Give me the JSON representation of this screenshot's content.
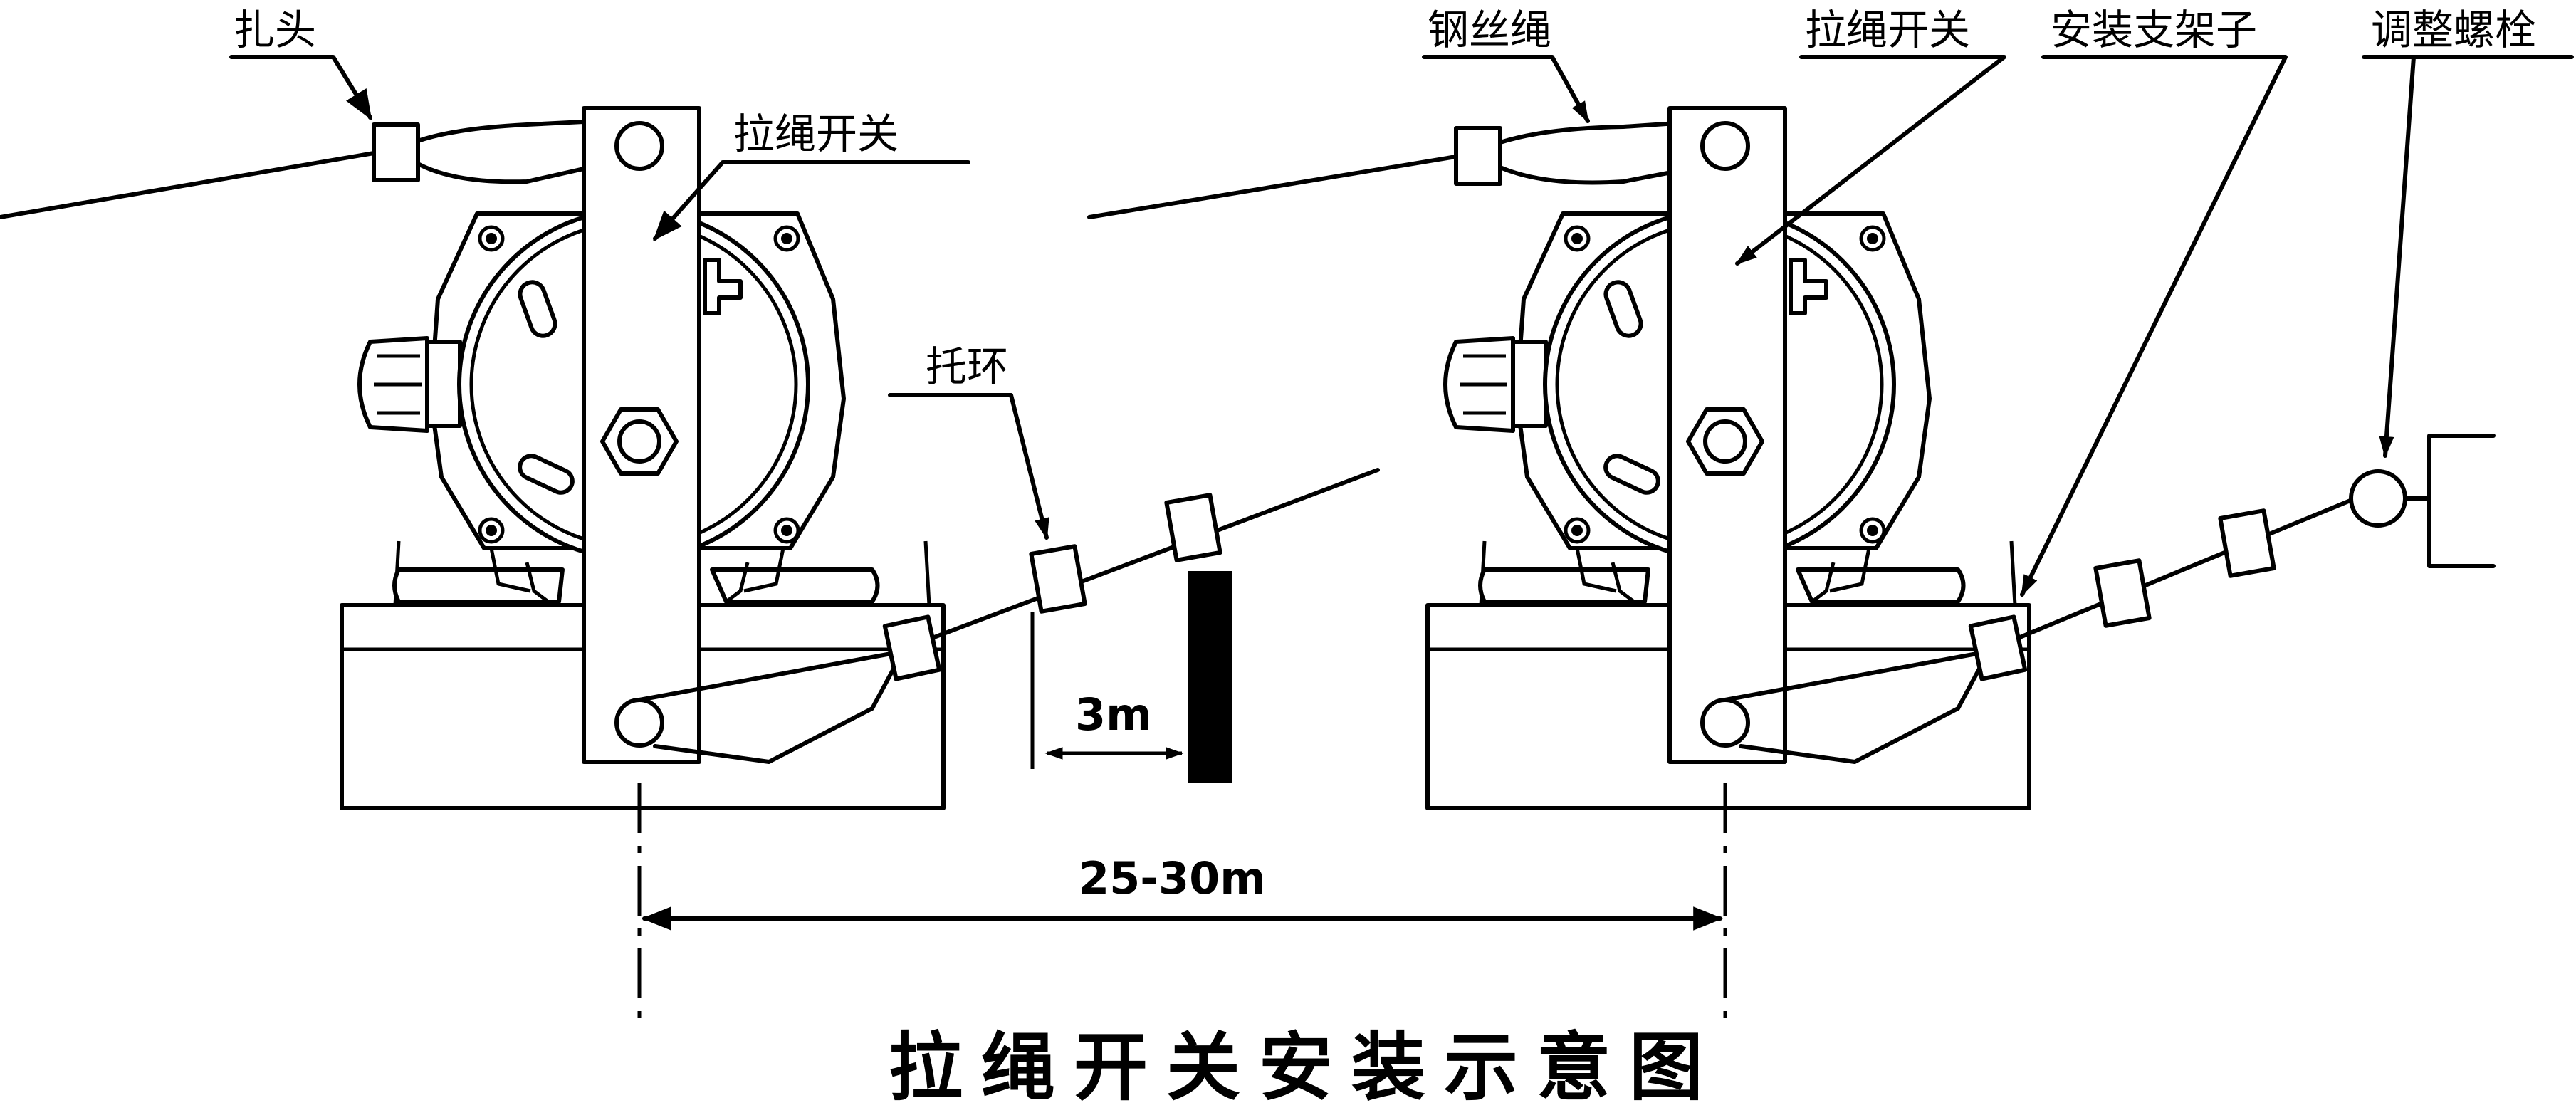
{
  "title": "拉绳开关安装示意图",
  "labels": {
    "zatou": "扎头",
    "switch_left": "拉绳开关",
    "tuohuan": "托环",
    "gangsisheng": "钢丝绳",
    "switch_right": "拉绳开关",
    "bracket": "安装支架子",
    "bolt": "调整螺栓"
  },
  "dimensions": {
    "ring_spacing": "3m",
    "switch_spacing": "25-30m"
  },
  "colors": {
    "line": "#000000",
    "background": "#ffffff"
  }
}
